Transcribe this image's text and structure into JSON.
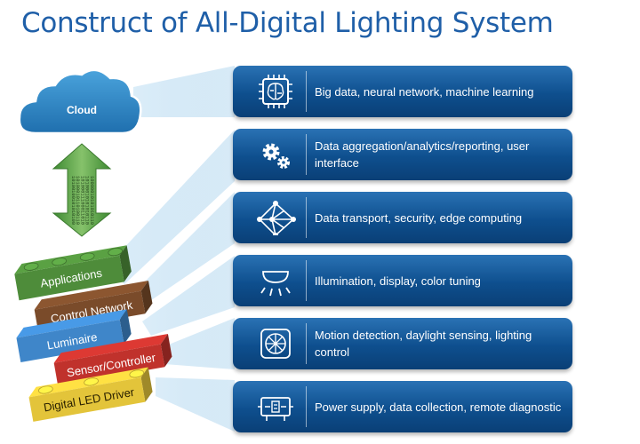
{
  "title": "Construct of All-Digital Lighting System",
  "cloud_label": "Cloud",
  "binary_lines": [
    "10100100101010100",
    "10100010110100110",
    "10100011100011010",
    "10100010101010110",
    "10000010101010110"
  ],
  "layers": [
    {
      "label": "Applications",
      "color": "#4e8c3a",
      "icon": "panel-icon"
    },
    {
      "label": "Control Network",
      "color": "#7a4b2a",
      "icon": "panel-icon"
    },
    {
      "label": "Luminaire",
      "color": "#3f86c9",
      "icon": "panel-icon"
    },
    {
      "label": "Sensor/Controller",
      "color": "#c0322c",
      "icon": "panel-icon"
    },
    {
      "label": "Digital LED Driver",
      "color": "#e3c43a",
      "icon": "panel-icon"
    }
  ],
  "panels": [
    {
      "text": "Big data, neural network, machine learning",
      "icon": "brain-chip-icon"
    },
    {
      "text": "Data aggregation/analytics/reporting, user interface",
      "icon": "gears-icon"
    },
    {
      "text": "Data transport, security, edge computing",
      "icon": "network-mesh-icon"
    },
    {
      "text": "Illumination, display, color tuning",
      "icon": "ceiling-light-icon"
    },
    {
      "text": "Motion detection, daylight sensing, lighting control",
      "icon": "sensor-icon"
    },
    {
      "text": "Power supply, data collection, remote diagnostic",
      "icon": "driver-circuit-icon"
    }
  ],
  "colors": {
    "title": "#1f5fa8",
    "panel": "#0e4f8e",
    "cloud": "#2f86c6",
    "arrow": "#5fa84a",
    "beam": "#cfe6f5"
  }
}
